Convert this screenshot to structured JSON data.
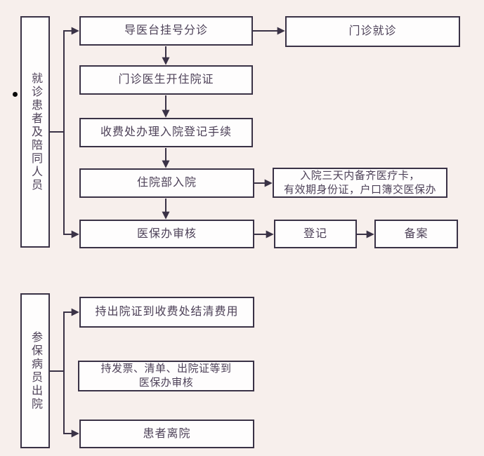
{
  "page": {
    "background_color": "#f7efec",
    "box_background_color": "#fefdfd",
    "line_color": "#3a3246",
    "text_color": "#4d4158"
  },
  "top_flow": {
    "group_label": "就诊患者及陪同人员",
    "nodes": {
      "triage": "导医台挂号分诊",
      "outpatient": "门诊就诊",
      "doctor": "门诊医生开住院证",
      "registration": "收费处办理入院登记手续",
      "admission": "住院部入院",
      "materials": "入院三天内备齐医疗卡，\n有效期身份证，户口簿交医保办",
      "insurance_review": "医保办审核",
      "register": "登记",
      "record": "备案"
    }
  },
  "bottom_flow": {
    "group_label": "参保病员出院",
    "nodes": {
      "settle_fees": "持出院证到收费处结清费用",
      "invoice_review": "持发票、清单、出院证等到\n医保办审核",
      "leave": "患者离院"
    }
  }
}
